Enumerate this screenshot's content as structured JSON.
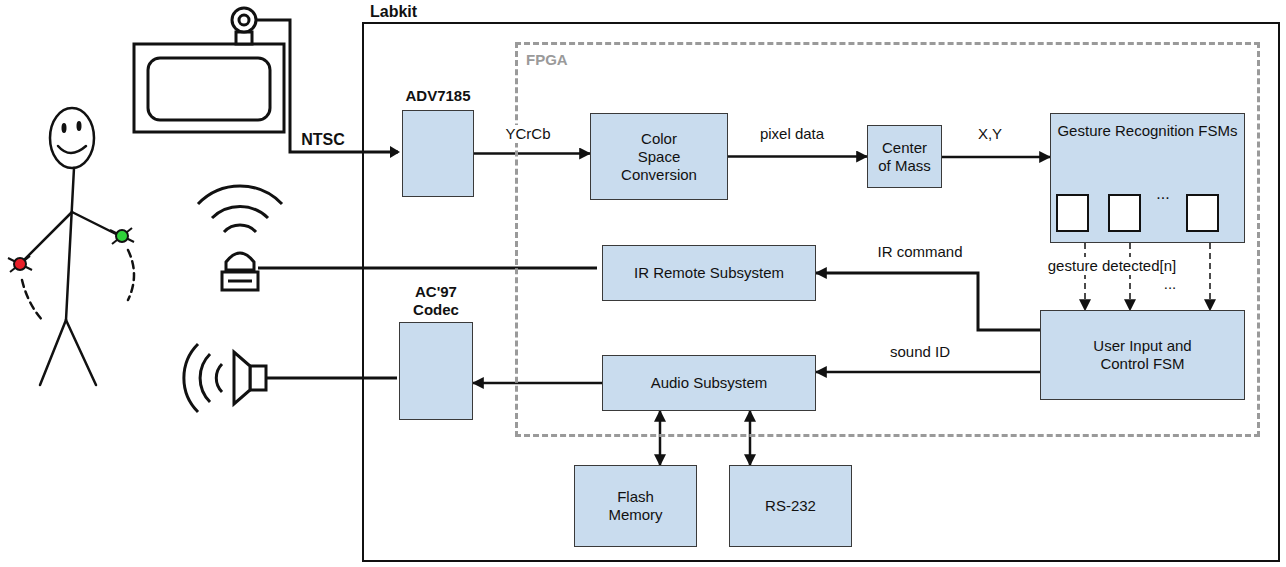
{
  "diagram": {
    "nodes": [
      {
        "text": [
          "Labkit"
        ]
      },
      {
        "text": [
          "FPGA"
        ],
        "in": 0
      },
      {
        "text": [
          "ADV7185"
        ],
        "in": 0
      },
      {
        "text": [
          "Color Space Conversion"
        ],
        "in": 1
      },
      {
        "text": [
          "Center of Mass"
        ],
        "in": 1
      },
      {
        "text": [
          "Gesture Recognition FSMs",
          "..."
        ],
        "in": 1
      },
      {
        "text": [
          "IR Remote Subsystem"
        ],
        "in": 1
      },
      {
        "text": [
          "User Input and Control FSM"
        ],
        "in": 1
      },
      {
        "text": [
          "Audio Subsystem"
        ],
        "in": 1
      },
      {
        "text": [
          "AC'97 Codec"
        ],
        "in": 0
      },
      {
        "text": [
          "Flash Memory"
        ],
        "in": 0
      },
      {
        "text": [
          "RS-232"
        ],
        "in": 0
      }
    ],
    "edges": [
      {
        "from": 2,
        "to": 3,
        "label": "YCrCb",
        "arrow": "to"
      },
      {
        "from": 3,
        "to": 4,
        "label": "pixel data",
        "arrow": "to"
      },
      {
        "from": 4,
        "to": 5,
        "label": "X,Y",
        "arrow": "to"
      },
      {
        "from": 5,
        "to": 7,
        "label": "gesture detected[n]",
        "arrow": "to"
      },
      {
        "from": 5,
        "to": 7,
        "arrow": "to"
      },
      {
        "from": 5,
        "to": 7,
        "arrow": "to"
      },
      {
        "from": 7,
        "to": 6,
        "label": "IR command",
        "arrow": "to"
      },
      {
        "from": 7,
        "to": 8,
        "label": "sound ID",
        "arrow": "to"
      },
      {
        "from": 8,
        "to": 9,
        "arrow": "to"
      },
      {
        "from": 8,
        "to": 10,
        "arrow": "both"
      },
      {
        "from": 8,
        "to": 11,
        "arrow": "both"
      }
    ],
    "labels": [
      "NTSC",
      "..."
    ]
  }
}
